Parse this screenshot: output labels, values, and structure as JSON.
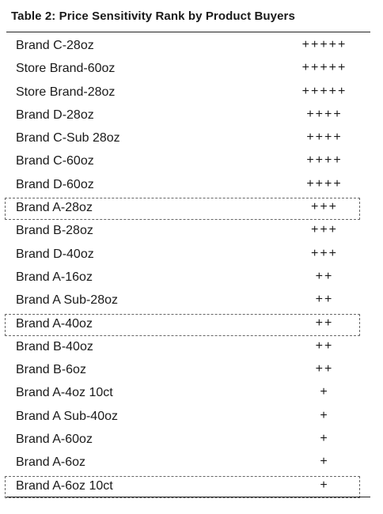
{
  "table": {
    "title": "Table 2: Price Sensitivity Rank by Product Buyers",
    "rows": [
      {
        "product": "Brand C-28oz",
        "rank": "+++++",
        "highlighted": false
      },
      {
        "product": "Store Brand-60oz",
        "rank": "+++++",
        "highlighted": false
      },
      {
        "product": "Store Brand-28oz",
        "rank": "+++++",
        "highlighted": false
      },
      {
        "product": "Brand D-28oz",
        "rank": "++++",
        "highlighted": false
      },
      {
        "product": "Brand C-Sub 28oz",
        "rank": "++++",
        "highlighted": false
      },
      {
        "product": "Brand C-60oz",
        "rank": "++++",
        "highlighted": false
      },
      {
        "product": "Brand D-60oz",
        "rank": "++++",
        "highlighted": false
      },
      {
        "product": "Brand A-28oz",
        "rank": "+++",
        "highlighted": true
      },
      {
        "product": "Brand B-28oz",
        "rank": "+++",
        "highlighted": false
      },
      {
        "product": "Brand D-40oz",
        "rank": "+++",
        "highlighted": false
      },
      {
        "product": "Brand A-16oz",
        "rank": "++",
        "highlighted": false
      },
      {
        "product": "Brand A Sub-28oz",
        "rank": "++",
        "highlighted": false
      },
      {
        "product": "Brand A-40oz",
        "rank": "++",
        "highlighted": true
      },
      {
        "product": "Brand B-40oz",
        "rank": "++",
        "highlighted": false
      },
      {
        "product": "Brand B-6oz",
        "rank": "++",
        "highlighted": false
      },
      {
        "product": "Brand A-4oz 10ct",
        "rank": "+",
        "highlighted": false
      },
      {
        "product": "Brand A Sub-40oz",
        "rank": "+",
        "highlighted": false
      },
      {
        "product": "Brand A-60oz",
        "rank": "+",
        "highlighted": false
      },
      {
        "product": "Brand A-6oz",
        "rank": "+",
        "highlighted": false
      },
      {
        "product": "Brand A-6oz 10ct",
        "rank": "+",
        "highlighted": true
      }
    ]
  }
}
